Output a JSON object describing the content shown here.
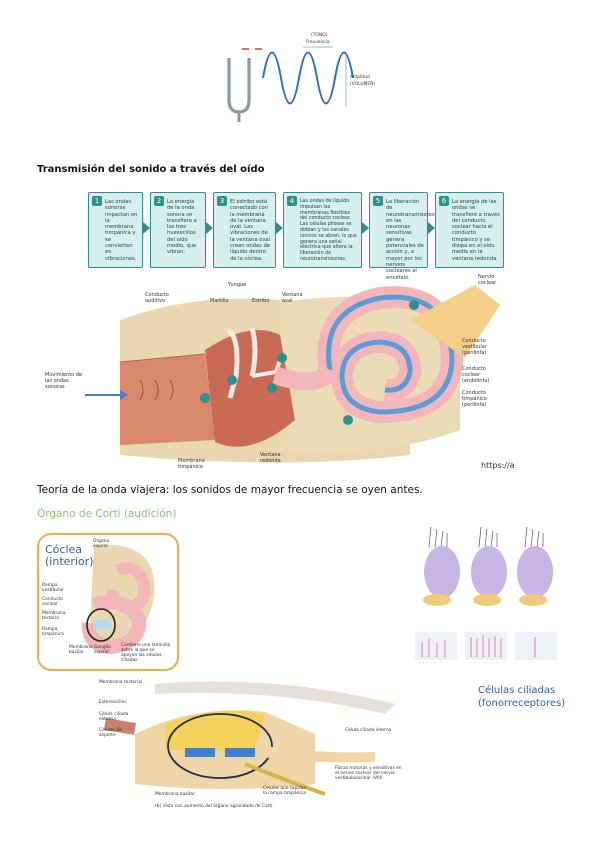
{
  "tuning_fork": {
    "tono_label": "(TONO)",
    "frecuencia_label": "Frecuencia",
    "amplitud_label": "Amplitud",
    "volumen_label": "(VOLUMEN)"
  },
  "transmission": {
    "heading": "Transmisión del sonido a través del oído",
    "steps": [
      {
        "num": "1",
        "text": "Las ondas sonoras impactan en la membrana timpánica y se convierten en vibraciones."
      },
      {
        "num": "2",
        "text": "La energía de la onda sonora se transfiere a los tres huesecillos del oído medio, que vibran."
      },
      {
        "num": "3",
        "text": "El estribo está conectado con la membrana de la ventana oval. Las vibraciones de la ventana oval crean ondas de líquido dentro de la cóclea."
      },
      {
        "num": "4",
        "text": "Las ondas de líquido impulsan las membranas flexibles del conducto coclear. Las células pilosas se doblan y los canales iónicos se abren, lo que genera una señal eléctrica que altera la liberación de neurotransmisores."
      },
      {
        "num": "5",
        "text": "La liberación de neurotransmisores en las neuronas sensitivas genera potenciales de acción y, a mayor por los nervios cocleares al encéfalo."
      },
      {
        "num": "6",
        "text": "La energía de las ondas se transfiere a través del conducto coclear hacia el conducto timpánico y se disipa en el oído medio en la ventana redonda."
      }
    ],
    "ear_labels": {
      "yunque": "Yunque",
      "conducto_auditivo": "Conducto auditivo",
      "martillo": "Martillo",
      "estribo": "Estribo",
      "ventana_oval": "Ventana oval",
      "nervio_coclear": "Nervio coclear",
      "vestibular": "Conducto vestibular (perilinfa)",
      "coclear": "Conducto coclear (endolinfa)",
      "timpanico": "Conducto timpánico (perilinfa)",
      "movimiento": "Movimiento de las ondas sonoras",
      "membrana_timpanica": "Membrana timpánica",
      "ventana_redonda": "Ventana redonda",
      "source": "https://a"
    }
  },
  "travelling_wave": {
    "text": "Teoría de la onda viajera: los sonidos de mayor frecuencia se oyen antes."
  },
  "corti": {
    "title": "Órgano de Corti (audición)",
    "cochlea_title_1": "Cóclea",
    "cochlea_title_2": "(interior)",
    "cochlea_labels": {
      "rampa_vestibular": "Rampa vestibular",
      "conducto_coclear": "Conducto coclear",
      "rampa_timpanica": "Rampa timpánica",
      "tectoria": "Membrana tectoria",
      "organo": "Órgano espiral",
      "basilar": "Membrana basilar",
      "ganglio": "Ganglio espiral"
    },
    "cochlea_note": "Contiene una laminilla sobre la que se apoyan las células ciliadas",
    "detail_labels": {
      "tectorial": "Membrana tectorial",
      "estereocilios": "Estereocilios",
      "celula_externa": "Célula ciliada externa",
      "celulas_soporte": "Células de soporte",
      "celula_interna": "Célula ciliada interna",
      "membrana_basilar": "Membrana basilar",
      "fibras": "Fibras motoras y sensitivas en el nervio coclear del nervio vestibulococlear (VIII)",
      "rampa": "Células que tapizan la rampa timpánica",
      "caption": "(b) Vista con aumento del órgano agrandado de Corti"
    },
    "hair_cells_1": "Células ciliadas",
    "hair_cells_2": "(fonorreceptores)"
  },
  "colors": {
    "teal": "#2f8f8c",
    "teal_fill": "#d7efec",
    "corti_green": "#8cc56b",
    "blue_label": "#2b5fb8",
    "orange_frame": "#f3a94f"
  }
}
